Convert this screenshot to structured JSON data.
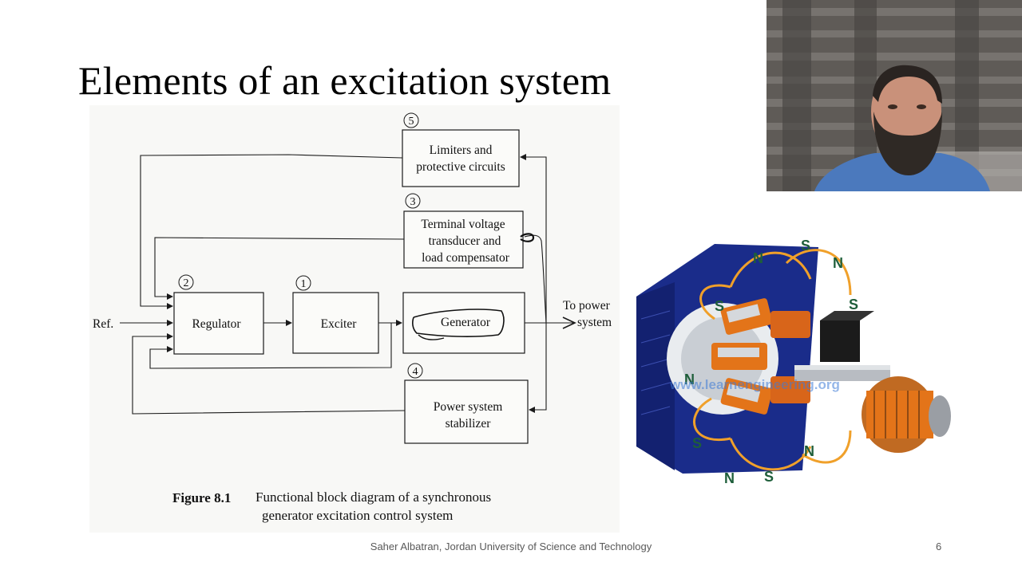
{
  "slide": {
    "title": "Elements of an excitation system",
    "footer": "Saher Albatran, Jordan University of Science and Technology",
    "number": "6"
  },
  "diagram": {
    "blocks": {
      "limiters": [
        "Limiters and",
        "protective circuits"
      ],
      "transducer": [
        "Terminal voltage",
        "transducer and",
        "load compensator"
      ],
      "regulator": [
        "Regulator"
      ],
      "exciter": [
        "Exciter"
      ],
      "generator": [
        "Generator"
      ],
      "pss": [
        "Power system",
        "stabilizer"
      ]
    },
    "numbers": {
      "limiters": "5",
      "transducer": "3",
      "regulator": "2",
      "exciter": "1",
      "pss": "4"
    },
    "labels": {
      "ref": "Ref.",
      "output_line1": "To power",
      "output_line2": "system"
    },
    "caption": {
      "label": "Figure 8.1",
      "line1": "Functional block diagram of a synchronous",
      "line2": "generator excitation control system"
    }
  },
  "illustration": {
    "watermark": "www.learnengineering.org"
  }
}
